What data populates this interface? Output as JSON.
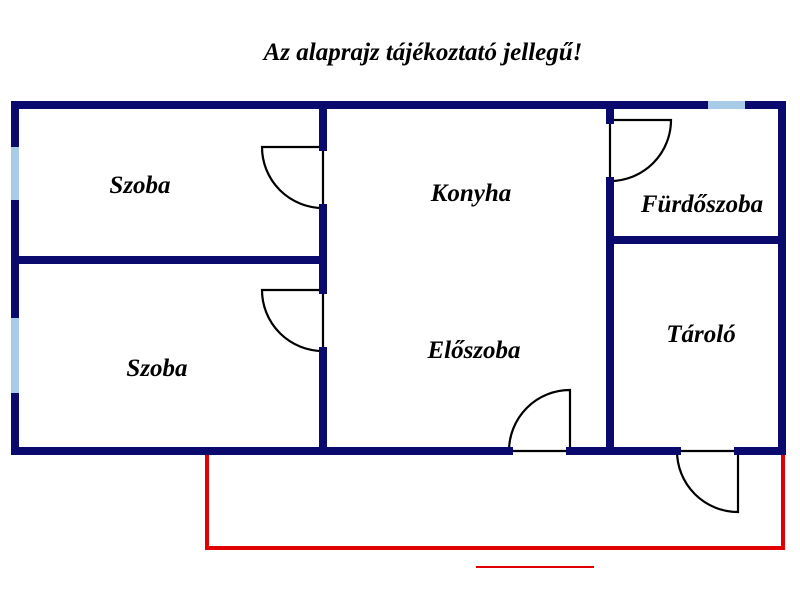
{
  "title": "Az alaprajz tájékoztató jellegű!",
  "rooms": {
    "szoba_1": "Szoba",
    "szoba_2": "Szoba",
    "konyha": "Konyha",
    "eloszoba": "Előszoba",
    "furdoszoba": "Fürdőszoba",
    "tarolo": "Tároló"
  },
  "colors": {
    "wall": "#0a0a6e",
    "window": "#a8cce8",
    "terrace": "#e00000",
    "door": "#000000"
  }
}
